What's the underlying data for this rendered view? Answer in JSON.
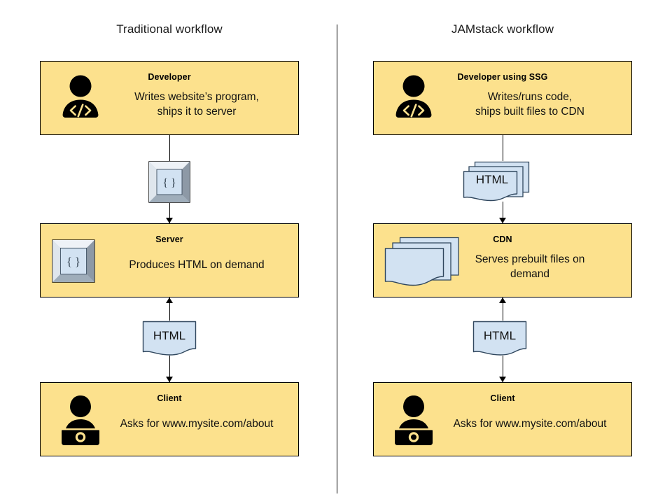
{
  "diagram": {
    "columns": [
      {
        "id": "traditional",
        "title": "Traditional workflow",
        "nodes": [
          {
            "key": "developer",
            "title": "Developer",
            "body": "Writes website’s program,\nships it to server",
            "icon": "developer-person-icon"
          },
          {
            "key": "code-artifact",
            "label": "{ }",
            "icon": "code-braces-icon"
          },
          {
            "key": "server",
            "title": "Server",
            "body": "Produces HTML on demand",
            "icon": "server-code-icon"
          },
          {
            "key": "html-response",
            "label": "HTML",
            "icon": "html-document-icon"
          },
          {
            "key": "client",
            "title": "Client",
            "body": "Asks for www.mysite.com/about",
            "icon": "client-person-laptop-icon"
          }
        ]
      },
      {
        "id": "jamstack",
        "title": "JAMstack workflow",
        "nodes": [
          {
            "key": "developer",
            "title": "Developer using SSG",
            "body": "Writes/runs code,\nships built files to CDN",
            "icon": "developer-person-icon"
          },
          {
            "key": "built-files",
            "label": "HTML",
            "icon": "html-document-stack-icon"
          },
          {
            "key": "cdn",
            "title": "CDN",
            "body": "Serves prebuilt files on\ndemand",
            "icon": "file-stack-icon"
          },
          {
            "key": "html-response",
            "label": "HTML",
            "icon": "html-document-icon"
          },
          {
            "key": "client",
            "title": "Client",
            "body": "Asks for www.mysite.com/about",
            "icon": "client-person-laptop-icon"
          }
        ]
      }
    ],
    "colors": {
      "box_fill": "#fce18d",
      "box_stroke": "#000000",
      "document_fill": "#d2e2f2",
      "document_stroke": "#30475e",
      "bevel_light": "#eef2f7",
      "bevel_mid": "#b9c4d0",
      "bevel_dark": "#8d99a6",
      "divider": "#000000",
      "text": "#000000"
    }
  }
}
